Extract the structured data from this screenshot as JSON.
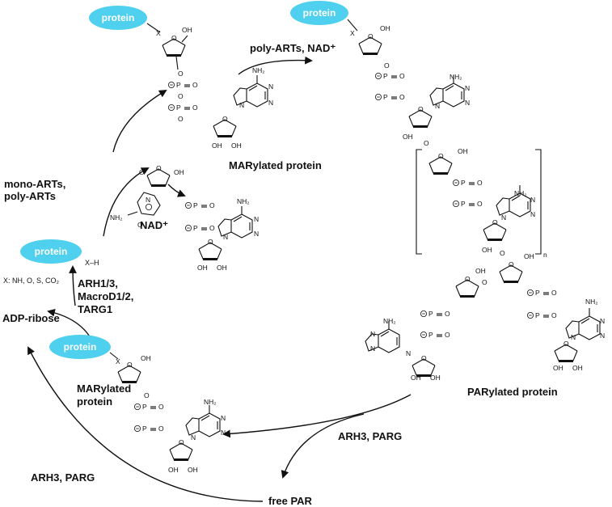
{
  "colors": {
    "protein_fill": "#4fd0ee",
    "ink": "#111111",
    "background": "#ffffff"
  },
  "labels": {
    "protein": "protein",
    "poly_arts_nad": "poly-ARTs, NAD⁺",
    "marylated_protein_top": "MARylated protein",
    "mono_arts_line1": "mono-ARTs,",
    "mono_arts_line2": "poly-ARTs",
    "nad": "NAD⁺",
    "x_h": "X–H",
    "x_types": "X: NH, O, S, CO₂",
    "arh_line1": "ARH1/3,",
    "arh_line2": "MacroD1/2,",
    "arh_line3": "TARG1",
    "adp_ribose": "ADP-ribose",
    "marylated_bottom_line1": "MARylated",
    "marylated_bottom_line2": "protein",
    "parylated_protein": "PARylated protein",
    "arh3_parg_right": "ARH3, PARG",
    "arh3_parg_left": "ARH3, PARG",
    "free_par": "free PAR"
  },
  "atoms": {
    "x": "X",
    "o": "O",
    "oh": "OH",
    "p": "P",
    "n": "N",
    "nh2": "NH₂",
    "minus": "−",
    "plus": "+",
    "n_sub": "n"
  }
}
